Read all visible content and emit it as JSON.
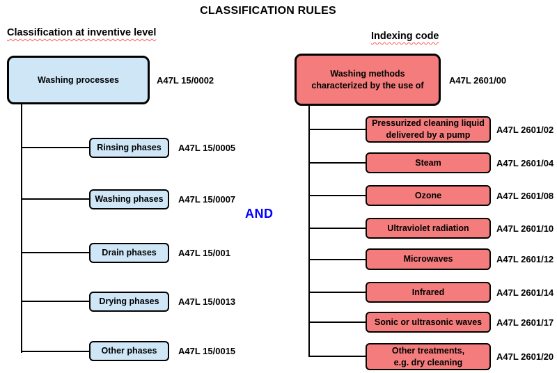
{
  "title": "CLASSIFICATION RULES",
  "and_label": "AND",
  "colors": {
    "left_box_fill": "#cfe6f7",
    "right_box_fill": "#f47c7c",
    "border": "#000000",
    "and_text": "#0000ff",
    "header_squiggle": "#ff5a5a",
    "background": "#ffffff"
  },
  "left_tree": {
    "header": "Classification at inventive level",
    "root": {
      "label": "Washing processes",
      "code": "A47L 15/0002"
    },
    "children": [
      {
        "label": "Rinsing phases",
        "code": "A47L 15/0005"
      },
      {
        "label": "Washing phases",
        "code": "A47L 15/0007"
      },
      {
        "label": "Drain phases",
        "code": "A47L 15/001"
      },
      {
        "label": "Drying phases",
        "code": "A47L 15/0013"
      },
      {
        "label": "Other phases",
        "code": "A47L 15/0015"
      }
    ]
  },
  "right_tree": {
    "header": "Indexing code",
    "root": {
      "label": "Washing methods\ncharacterized by the use of",
      "code": "A47L 2601/00"
    },
    "children": [
      {
        "label": "Pressurized cleaning liquid\ndelivered by a pump",
        "code": "A47L 2601/02"
      },
      {
        "label": "Steam",
        "code": "A47L 2601/04"
      },
      {
        "label": "Ozone",
        "code": "A47L 2601/08"
      },
      {
        "label": "Ultraviolet radiation",
        "code": "A47L 2601/10"
      },
      {
        "label": "Microwaves",
        "code": "A47L 2601/12"
      },
      {
        "label": "Infrared",
        "code": "A47L 2601/14"
      },
      {
        "label": "Sonic or ultrasonic waves",
        "code": "A47L 2601/17"
      },
      {
        "label": "Other treatments,\ne.g. dry cleaning",
        "code": "A47L 2601/20"
      }
    ]
  }
}
